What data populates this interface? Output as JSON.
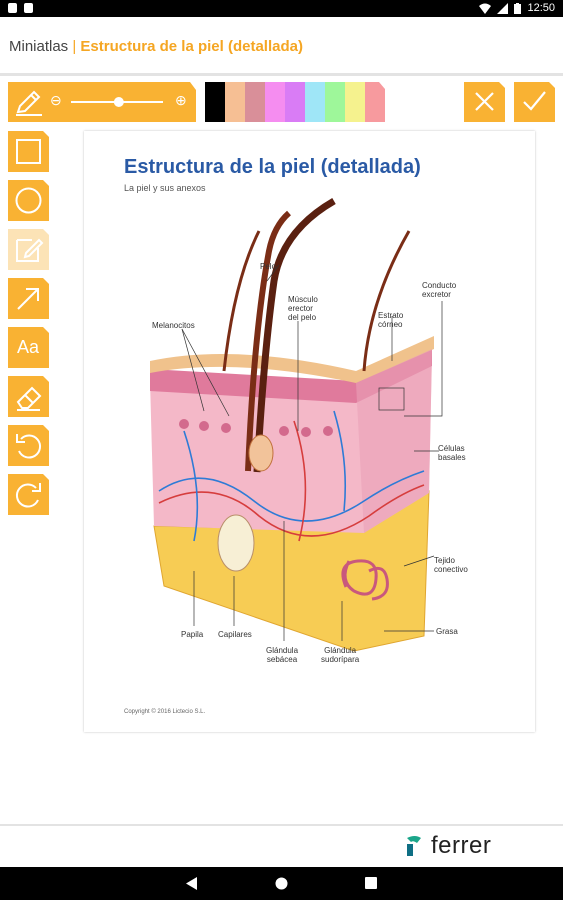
{
  "status_bar": {
    "time": "12:50"
  },
  "header": {
    "app": "Miniatlas",
    "separator": " | ",
    "title": "Estructura de la piel (detallada)"
  },
  "toolbar": {
    "pencil_icon": "pencil-icon",
    "size_minus": "⊖",
    "size_plus": "⊕",
    "size_level": 0.65,
    "swatches": [
      "#000000",
      "#f6bf94",
      "#d98f99",
      "#f58df0",
      "#d97cf5",
      "#9fe6f7",
      "#9ef79a",
      "#f5f28e",
      "#f79a9e"
    ]
  },
  "side_tools": [
    "rectangle-tool",
    "circle-tool",
    "note-tool",
    "arrow-tool",
    "text-tool",
    "eraser-tool",
    "undo",
    "redo"
  ],
  "text_tool_label": "Aa",
  "document": {
    "title": "Estructura de la piel (detallada)",
    "subtitle": "La piel y sus anexos",
    "copyright": "Copyright © 2016 Lictecio S.L.",
    "labels": {
      "pelo": "Pelo",
      "musculo": "Músculo\nerector\ndel pelo",
      "estrato": "Estrato\ncórneo",
      "conducto": "Conducto\nexcretor",
      "melanocitos": "Melanocitos",
      "celulas": "Células\nbasales",
      "tejido": "Tejido\nconectivo",
      "grasa": "Grasa",
      "papila": "Papila",
      "capilares": "Capilares",
      "glandula_sebacea": "Glándula\nsebácea",
      "glandula_sudoripara": "Glándula\nsudorípara"
    }
  },
  "brand": {
    "name": "ferrer"
  }
}
